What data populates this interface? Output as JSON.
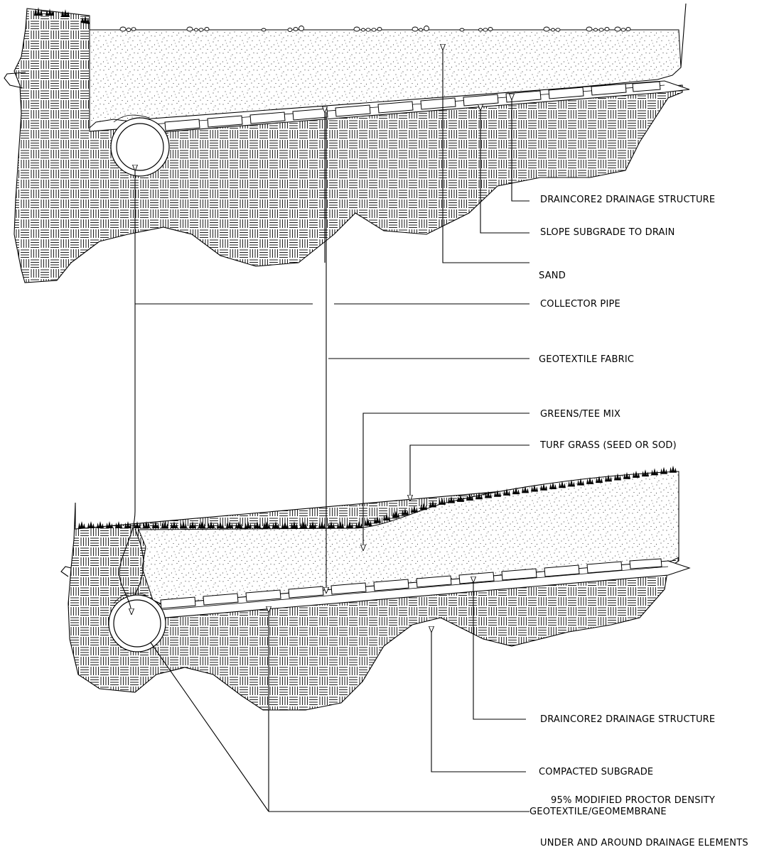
{
  "labels": {
    "draincore_top": "DRAINCORE2  DRAINAGE  STRUCTURE",
    "slope_subgrade": "SLOPE SUBGRADE TO DRAIN",
    "sand": "SAND",
    "collector_pipe": "COLLECTOR PIPE",
    "geotextile_fabric": "GEOTEXTILE FABRIC",
    "greens_tee_mix": "GREENS/TEE MIX",
    "turf_grass": "TURF GRASS (SEED OR SOD)",
    "draincore_bottom": "DRAINCORE2  DRAINAGE  STRUCTURE",
    "compacted_subgrade": "COMPACTED SUBGRADE",
    "proctor_density": "95% MODIFIED PROCTOR DENSITY",
    "geotextile_geomembrane": "GEOTEXTILE/GEOMEMBRANE",
    "under_around": "UNDER AND AROUND DRAINAGE ELEMENTS"
  },
  "colors": {
    "ink": "#000000",
    "paper": "#ffffff"
  }
}
